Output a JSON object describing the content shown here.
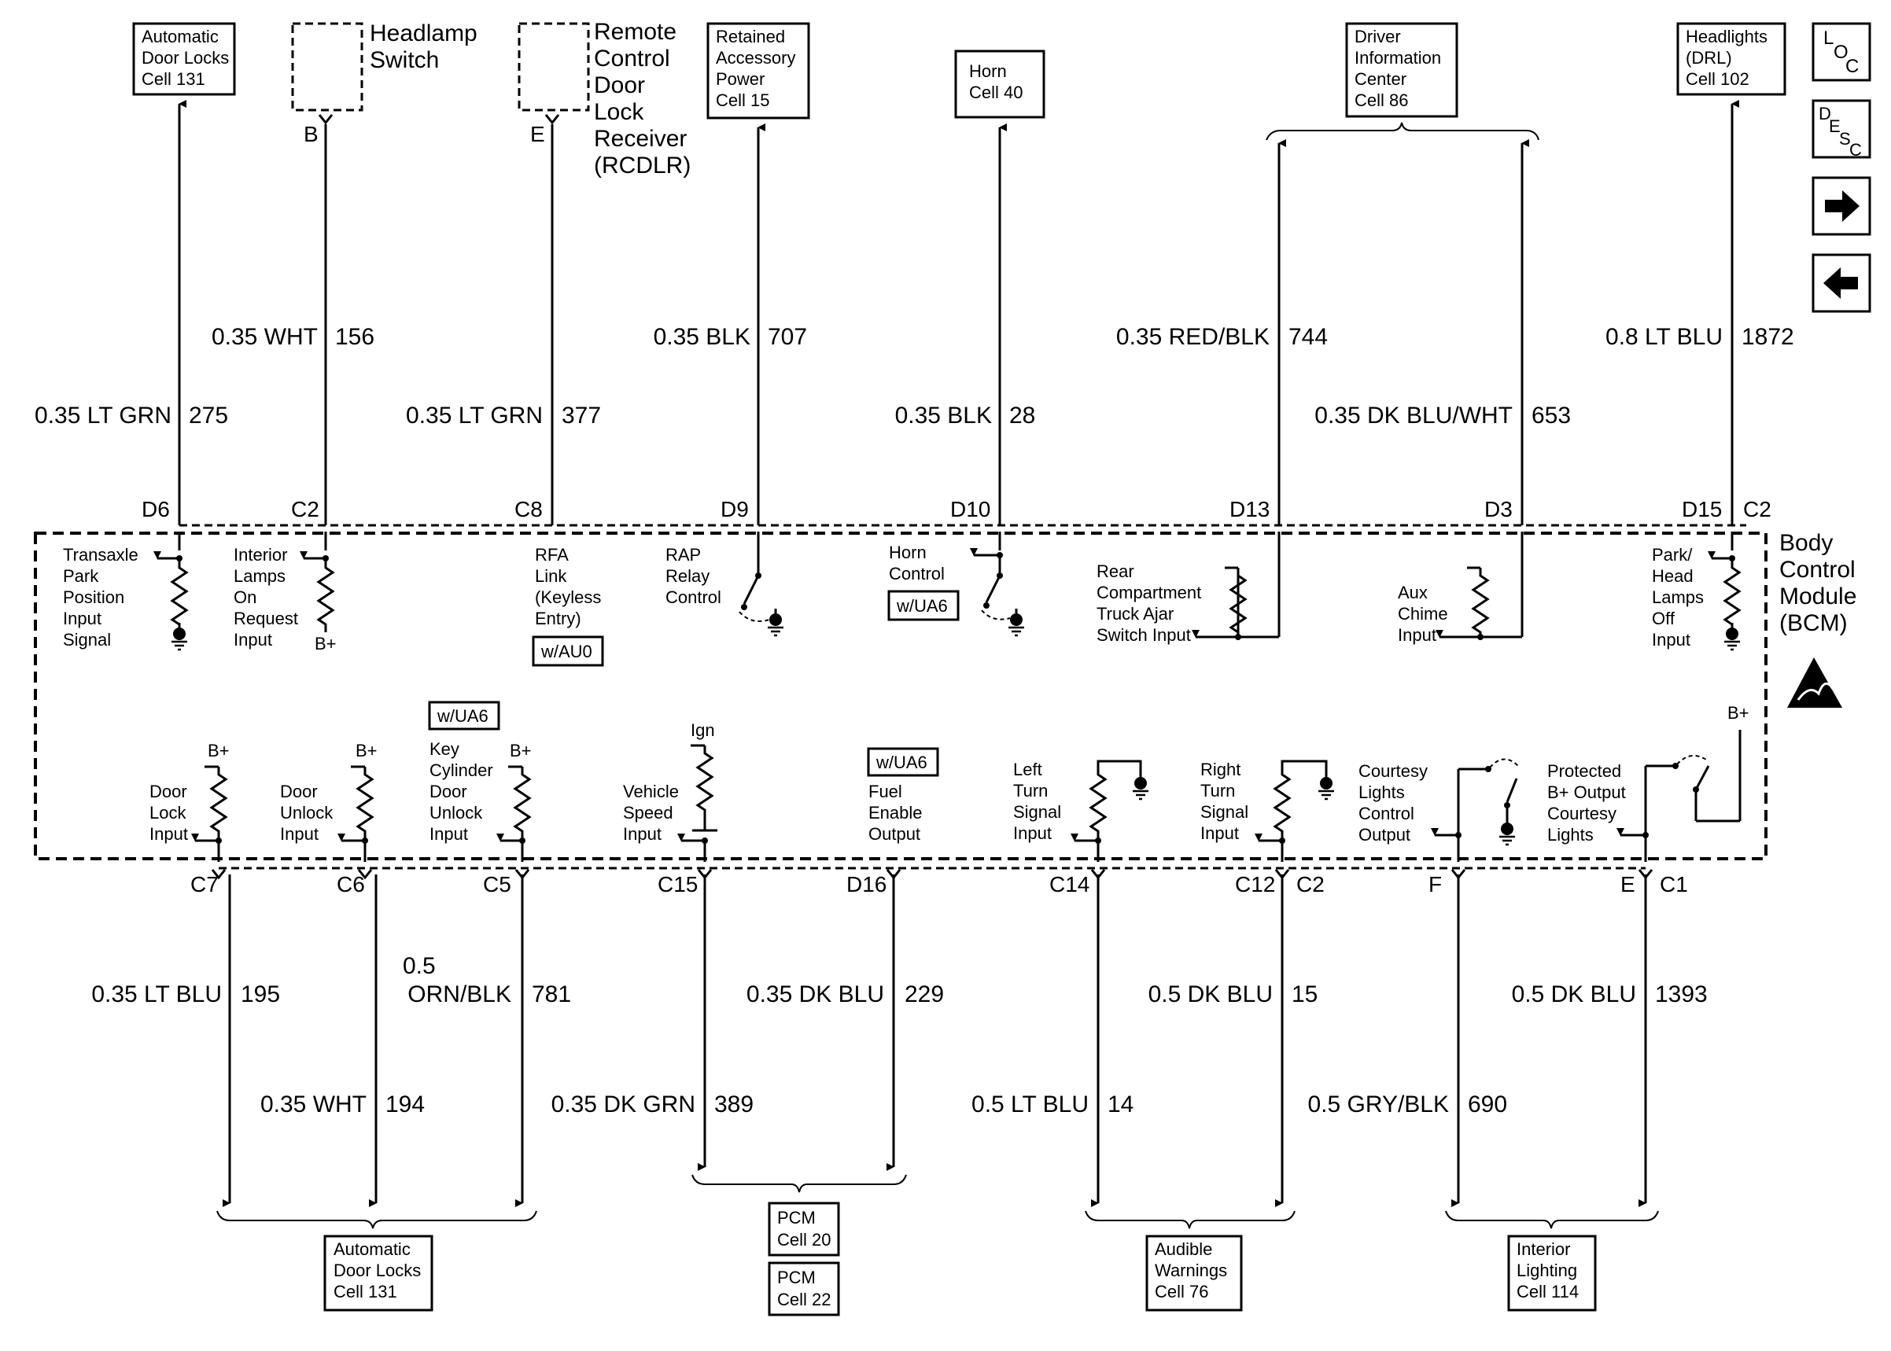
{
  "top_destinations": {
    "auto_door_locks": [
      "Automatic",
      "Door Locks",
      "Cell 131"
    ],
    "headlamp_switch": [
      "Headlamp",
      "Switch"
    ],
    "rcdlr": [
      "Remote",
      "Control",
      "Door",
      "Lock",
      "Receiver",
      "(RCDLR)"
    ],
    "rap": [
      "Retained",
      "Accessory",
      "Power",
      "Cell 15"
    ],
    "horn": [
      "Horn",
      "Cell 40"
    ],
    "dic": [
      "Driver",
      "Information",
      "Center",
      "Cell 86"
    ],
    "headlights": [
      "Headlights",
      "(DRL)",
      "Cell 102"
    ]
  },
  "connector_letters": {
    "b": "B",
    "e": "E",
    "f": "F",
    "e2": "E"
  },
  "nav_icons": {
    "loc": {
      "l": "L",
      "o": "O",
      "c": "C"
    },
    "desc": {
      "d": "D",
      "e": "E",
      "s": "S",
      "c": "C"
    }
  },
  "top_wires": {
    "w275": {
      "gauge_color": "0.35 LT GRN",
      "circuit": "275"
    },
    "w156": {
      "gauge_color": "0.35 WHT",
      "circuit": "156"
    },
    "w377": {
      "gauge_color": "0.35 LT GRN",
      "circuit": "377"
    },
    "w707": {
      "gauge_color": "0.35 BLK",
      "circuit": "707"
    },
    "w28": {
      "gauge_color": "0.35 BLK",
      "circuit": "28"
    },
    "w744": {
      "gauge_color": "0.35 RED/BLK",
      "circuit": "744"
    },
    "w653": {
      "gauge_color": "0.35 DK BLU/WHT",
      "circuit": "653"
    },
    "w1872": {
      "gauge_color": "0.8 LT BLU",
      "circuit": "1872"
    }
  },
  "top_pins": {
    "d6": "D6",
    "c2a": "C2",
    "c8": "C8",
    "d9": "D9",
    "d10": "D10",
    "d13": "D13",
    "d3": "D3",
    "d15": "D15",
    "c2b": "C2"
  },
  "module": [
    "Body",
    "Control",
    "Module",
    "(BCM)"
  ],
  "upper_inputs": {
    "transaxle": [
      "Transaxle",
      "Park",
      "Position",
      "Input",
      "Signal"
    ],
    "interior_lamps": [
      "Interior",
      "Lamps",
      "On",
      "Request",
      "Input"
    ],
    "rfa": [
      "RFA",
      "Link",
      "(Keyless",
      "Entry)"
    ],
    "rap_relay": [
      "RAP",
      "Relay",
      "Control"
    ],
    "horn_ctrl": [
      "Horn",
      "Control"
    ],
    "rear_comp": [
      "Rear",
      "Compartment",
      "Truck Ajar",
      "Switch Input"
    ],
    "aux_chime": [
      "Aux",
      "Chime",
      "Input"
    ],
    "park_head": [
      "Park/",
      "Head",
      "Lamps",
      "Off",
      "Input"
    ]
  },
  "option_tags": {
    "au0": "w/AU0",
    "ua6_horn": "w/UA6",
    "ua6_key": "w/UA6",
    "ua6_fuel": "w/UA6"
  },
  "supply_labels": {
    "bplus_interior": "B+",
    "bplus_door_lock": "B+",
    "bplus_door_unlock": "B+",
    "bplus_key": "B+",
    "ign": "Ign",
    "bplus_right": "B+"
  },
  "lower_inputs": {
    "door_lock": [
      "Door",
      "Lock",
      "Input"
    ],
    "door_unlock": [
      "Door",
      "Unlock",
      "Input"
    ],
    "key_cyl": [
      "Key",
      "Cylinder",
      "Door",
      "Unlock",
      "Input"
    ],
    "vss": [
      "Vehicle",
      "Speed",
      "Input"
    ],
    "fuel": [
      "Fuel",
      "Enable",
      "Output"
    ],
    "left_turn": [
      "Left",
      "Turn",
      "Signal",
      "Input"
    ],
    "right_turn": [
      "Right",
      "Turn",
      "Signal",
      "Input"
    ],
    "courtesy": [
      "Courtesy",
      "Lights",
      "Control",
      "Output"
    ],
    "protected": [
      "Protected",
      "B+ Output",
      "Courtesy",
      "Lights"
    ]
  },
  "bottom_pins": {
    "c7": "C7",
    "c6": "C6",
    "c5": "C5",
    "c15": "C15",
    "d16": "D16",
    "c14": "C14",
    "c12": "C12",
    "c2": "C2",
    "f": "F",
    "e": "E",
    "c1": "C1"
  },
  "bottom_wires": {
    "w195": {
      "gauge_color": "0.35 LT BLU",
      "circuit": "195"
    },
    "w194": {
      "gauge_color": "0.35 WHT",
      "circuit": "194"
    },
    "w781": {
      "gauge": "0.5",
      "color": "ORN/BLK",
      "circuit": "781"
    },
    "w389": {
      "gauge_color": "0.35 DK GRN",
      "circuit": "389"
    },
    "w229": {
      "gauge_color": "0.35 DK BLU",
      "circuit": "229"
    },
    "w14": {
      "gauge_color": "0.5 LT BLU",
      "circuit": "14"
    },
    "w15": {
      "gauge_color": "0.5 DK BLU",
      "circuit": "15"
    },
    "w690": {
      "gauge_color": "0.5 GRY/BLK",
      "circuit": "690"
    },
    "w1393": {
      "gauge_color": "0.5 DK BLU",
      "circuit": "1393"
    }
  },
  "bottom_destinations": {
    "auto_door_locks": [
      "Automatic",
      "Door Locks",
      "Cell 131"
    ],
    "pcm20": [
      "PCM",
      "Cell 20"
    ],
    "pcm22": [
      "PCM",
      "Cell 22"
    ],
    "audible": [
      "Audible",
      "Warnings",
      "Cell 76"
    ],
    "interior_lighting": [
      "Interior",
      "Lighting",
      "Cell 114"
    ]
  }
}
